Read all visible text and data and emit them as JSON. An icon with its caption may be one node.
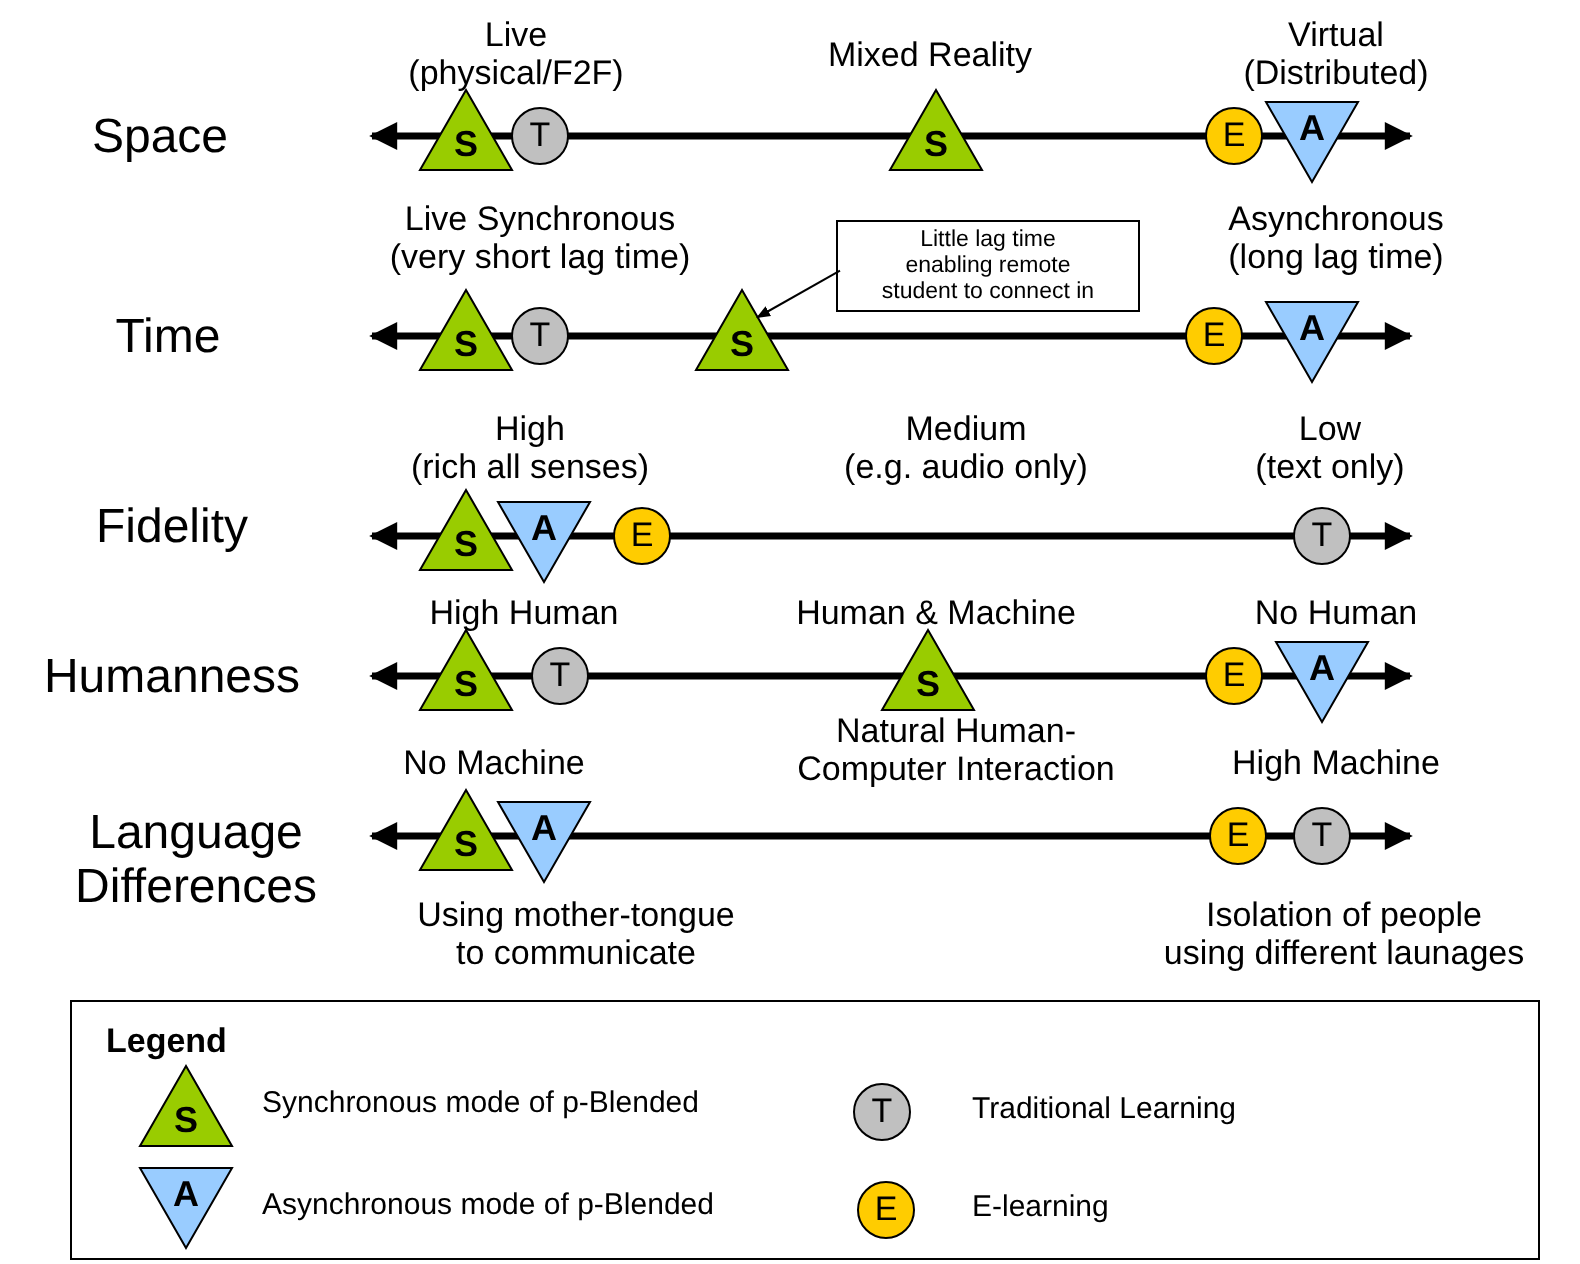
{
  "diagram": {
    "nodes": [
      {
        "text": [
          "S"
        ]
      },
      {
        "text": [
          "T"
        ]
      },
      {
        "text": [
          "S"
        ]
      },
      {
        "text": [
          "E"
        ]
      },
      {
        "text": [
          "A"
        ]
      },
      {
        "text": [
          "Little lag time enabling remote student to connect in"
        ]
      },
      {
        "text": [
          "S"
        ]
      },
      {
        "text": [
          "T"
        ]
      },
      {
        "text": [
          "S"
        ]
      },
      {
        "text": [
          "E"
        ]
      },
      {
        "text": [
          "A"
        ]
      },
      {
        "text": [
          "S"
        ]
      },
      {
        "text": [
          "A"
        ]
      },
      {
        "text": [
          "E"
        ]
      },
      {
        "text": [
          "T"
        ]
      },
      {
        "text": [
          "S"
        ]
      },
      {
        "text": [
          "T"
        ]
      },
      {
        "text": [
          "S"
        ]
      },
      {
        "text": [
          "E"
        ]
      },
      {
        "text": [
          "A"
        ]
      },
      {
        "text": [
          "S"
        ]
      },
      {
        "text": [
          "A"
        ]
      },
      {
        "text": [
          "E"
        ]
      },
      {
        "text": [
          "T"
        ]
      },
      {
        "text": [
          "Legend"
        ]
      },
      {
        "text": [
          "S"
        ],
        "in": 24,
        "beside": [
          "Synchronous mode of p-Blended"
        ]
      },
      {
        "text": [
          "T"
        ],
        "in": 24,
        "beside": [
          "Traditional Learning"
        ]
      },
      {
        "text": [
          "A"
        ],
        "in": 24,
        "beside": [
          "Asynchronous mode of p-Blended"
        ]
      },
      {
        "text": [
          "E"
        ],
        "in": 24,
        "beside": [
          "E-learning"
        ]
      }
    ],
    "edges": [
      {
        "from": 5,
        "to": 8,
        "arrow": "to"
      }
    ],
    "labels": [
      "Live (physical/F2F)",
      "Mixed Reality",
      "Virtual (Distributed)",
      "Space",
      "Live Synchronous (very short lag time)",
      "Asynchronous (long lag time)",
      "Time",
      "High (rich all senses)",
      "Medium (e.g. audio only)",
      "Low (text only)",
      "Fidelity",
      "High Human",
      "Human & Machine",
      "No Human",
      "Humanness",
      "No Machine",
      "Natural Human-Computer Interaction",
      "High Machine",
      "Language Differences",
      "Using mother-tongue to communicate",
      "Isolation of people using different launages"
    ]
  }
}
